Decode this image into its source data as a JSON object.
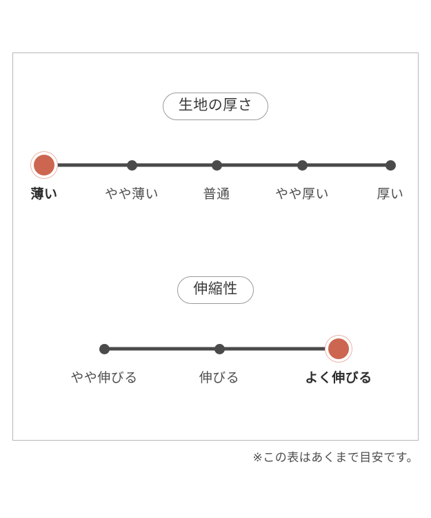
{
  "card": {
    "footnote": "※この表はあくまで目安です。"
  },
  "colors": {
    "selected_dot": "#cd6650",
    "selected_ring": "#e8b5a6",
    "dot": "#4a4a4a",
    "track": "#4a4a4a",
    "card_border": "#b7b7b7",
    "pill_border": "#9a9a9a",
    "text": "#4d4d4d"
  },
  "scales": [
    {
      "id": "thickness",
      "title": "生地の厚さ",
      "selected_index": 0,
      "options": [
        {
          "label": "薄い",
          "selected": true
        },
        {
          "label": "やや薄い",
          "selected": false
        },
        {
          "label": "普通",
          "selected": false
        },
        {
          "label": "やや厚い",
          "selected": false
        },
        {
          "label": "厚い",
          "selected": false
        }
      ]
    },
    {
      "id": "stretch",
      "title": "伸縮性",
      "selected_index": 2,
      "options": [
        {
          "label": "やや伸びる",
          "selected": false
        },
        {
          "label": "伸びる",
          "selected": false
        },
        {
          "label": "よく伸びる",
          "selected": true
        }
      ]
    }
  ],
  "chart_data": {
    "type": "table",
    "title": "生地の厚さ・伸縮性",
    "annotations": [
      "※この表はあくまで目安です。"
    ],
    "scales": [
      {
        "name": "生地の厚さ",
        "categories": [
          "薄い",
          "やや薄い",
          "普通",
          "やや厚い",
          "厚い"
        ],
        "values": [
          1,
          0,
          0,
          0,
          0
        ],
        "selected": "薄い",
        "selected_index": 0
      },
      {
        "name": "伸縮性",
        "categories": [
          "やや伸びる",
          "伸びる",
          "よく伸びる"
        ],
        "values": [
          0,
          0,
          1
        ],
        "selected": "よく伸びる",
        "selected_index": 2
      }
    ]
  }
}
